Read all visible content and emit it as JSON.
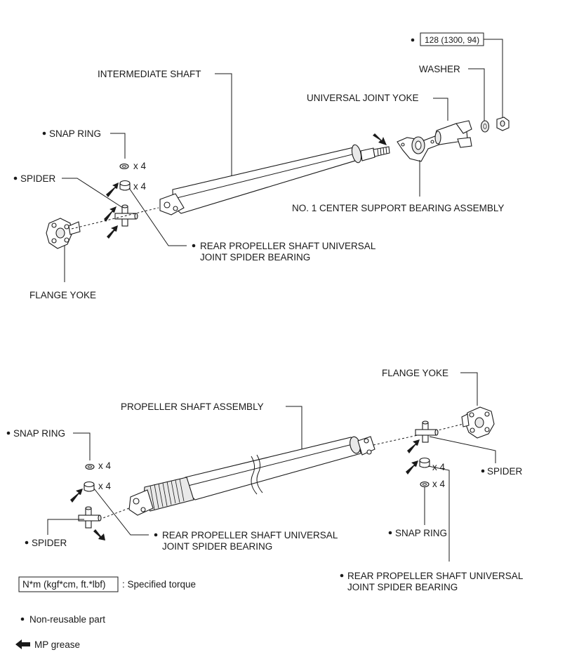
{
  "upper": {
    "torque_spec": "128 (1300, 94)",
    "washer": "WASHER",
    "universal_joint_yoke": "UNIVERSAL JOINT YOKE",
    "intermediate_shaft": "INTERMEDIATE SHAFT",
    "snap_ring": "SNAP RING",
    "spider": "SPIDER",
    "qty_snap_ring": "x 4",
    "qty_bearing": "x 4",
    "center_support": "NO. 1 CENTER SUPPORT BEARING ASSEMBLY",
    "bearing_line1": "REAR PROPELLER SHAFT UNIVERSAL",
    "bearing_line2": "JOINT SPIDER BEARING",
    "flange_yoke": "FLANGE YOKE"
  },
  "lower": {
    "flange_yoke": "FLANGE YOKE",
    "propeller_shaft": "PROPELLER SHAFT ASSEMBLY",
    "snap_ring_left": "SNAP RING",
    "qty_snap_ring_left": "x 4",
    "qty_bearing_left": "x 4",
    "spider_left": "SPIDER",
    "bearing_left_line1": "REAR PROPELLER SHAFT UNIVERSAL",
    "bearing_left_line2": "JOINT SPIDER BEARING",
    "spider_right": "SPIDER",
    "qty_bearing_right": "x 4",
    "qty_snap_ring_right": "x 4",
    "snap_ring_right": "SNAP RING",
    "bearing_right_line1": "REAR PROPELLER SHAFT UNIVERSAL",
    "bearing_right_line2": "JOINT SPIDER BEARING"
  },
  "legend": {
    "torque_unit": "N*m (kgf*cm, ft.*lbf)",
    "torque_desc": ": Specified torque",
    "non_reusable": "Non-reusable part",
    "grease": "MP grease"
  },
  "icons": {
    "bullet": "bullet-icon",
    "grease_arrow": "grease-arrow-icon"
  }
}
